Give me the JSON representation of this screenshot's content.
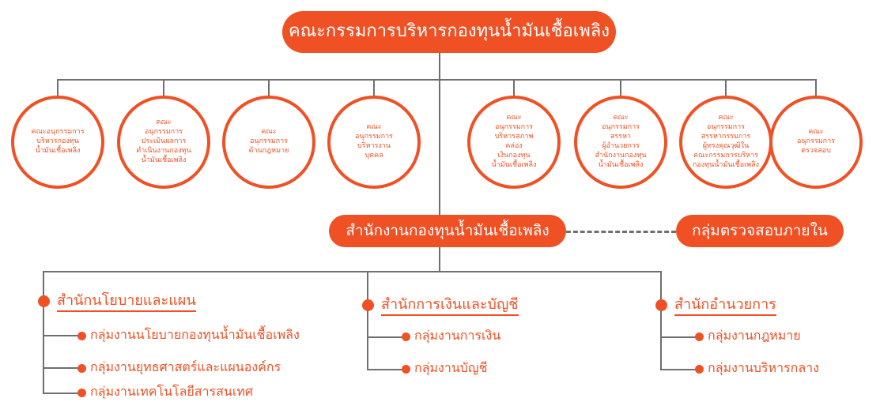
{
  "colors": {
    "accent": "#ef5125",
    "line": "#6f6f6f",
    "text_on_accent": "#ffffff",
    "background": "#ffffff"
  },
  "top_box": {
    "label": "คณะกรรมการบริหารกองทุนน้ำมันเชื้อเพลิง"
  },
  "committees": [
    {
      "id": "c1",
      "label": "คณะอนุกรรมการ\nบริหารกองทุน\nน้ำมันเชื้อเพลิง"
    },
    {
      "id": "c2",
      "label": "คณะ\nอนุกรรมการ\nประเมินผลการ\nดำเนินงานกองทุน\nน้ำมันเชื้อเพลิง"
    },
    {
      "id": "c3",
      "label": "คณะ\nอนุกรรมการ\nด้านกฎหมาย"
    },
    {
      "id": "c4",
      "label": "คณะ\nอนุกรรมการ\nบริหารงาน\nบุคคล"
    },
    {
      "id": "c5",
      "label": "คณะ\nอนุกรรมการ\nบริหารสภาพ\nคล่อง\nเงินกองทุน\nน้ำมันเชื้อเพลิง"
    },
    {
      "id": "c6",
      "label": "คณะ\nอนุกรรมการ\nสรรหา\nผู้อำนวยการ\nสำนักงานกองทุน\nน้ำมันเชื้อเพลิง"
    },
    {
      "id": "c7",
      "label": "คณะ\nอนุกรรมการ\nสรรหากรรมการ\nผู้ทรงคุณวุฒิใน\nคณะกรรมการบริหาร\nกองทุนน้ำมันเชื้อเพลิง"
    },
    {
      "id": "c8",
      "label": "คณะ\nอนุกรรมการ\nตรวจสอบ"
    }
  ],
  "office_box": {
    "label": "สำนักงานกองทุนน้ำมันเชื้อเพลิง"
  },
  "audit_box": {
    "label": "กลุ่มตรวจสอบภายใน"
  },
  "divisions": [
    {
      "id": "d1",
      "title": "สำนักนโยบายและแผน",
      "sub_items": [
        "กลุ่มงานนโยบายกองทุนน้ำมันเชื้อเพลิง",
        "กลุ่มงานยุทธศาสตร์และแผนองค์กร",
        "กลุ่มงานเทคโนโลยีสารสนเทศ"
      ]
    },
    {
      "id": "d2",
      "title": "สำนักการเงินและบัญชี",
      "sub_items": [
        "กลุ่มงานการเงิน",
        "กลุ่มงานบัญชี"
      ]
    },
    {
      "id": "d3",
      "title": "สำนักอำนวยการ",
      "sub_items": [
        "กลุ่มงานกฎหมาย",
        "กลุ่มงานบริหารกลาง"
      ]
    }
  ]
}
